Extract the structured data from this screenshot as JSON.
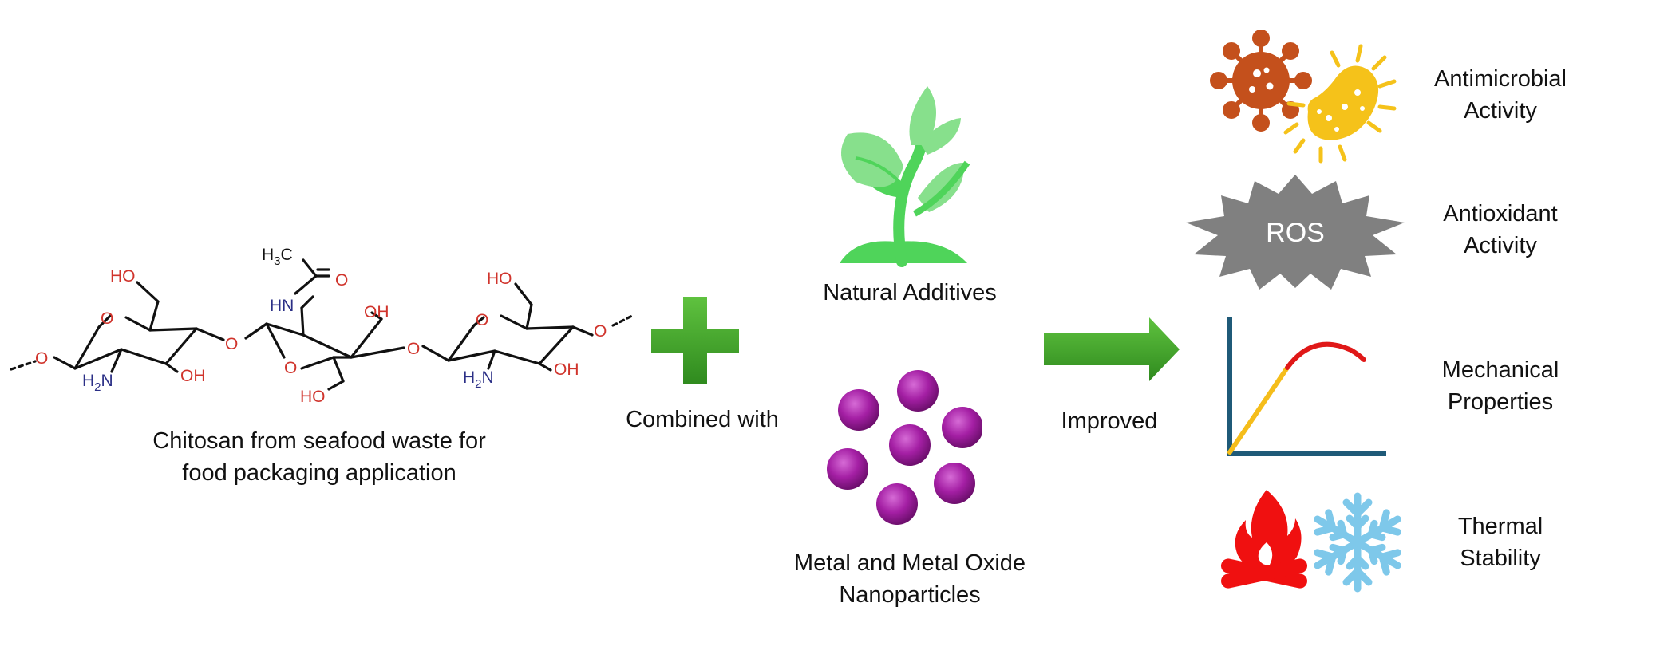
{
  "chitosan": {
    "caption_line1": "Chitosan from seafood waste for",
    "caption_line2": "food packaging application",
    "atoms": {
      "ho": "HO",
      "oh": "OH",
      "o": "O",
      "hn": "HN",
      "nh2": "H",
      "nh2_sub": "2",
      "nh2_tail": "N",
      "h3c": "H",
      "h3c_sub": "3",
      "h3c_tail": "C"
    }
  },
  "combined_label": "Combined with",
  "natural_additives_label": "Natural Additives",
  "nanoparticles_label_line1": "Metal and Metal Oxide",
  "nanoparticles_label_line2": "Nanoparticles",
  "improved_label": "Improved",
  "properties": [
    {
      "line1": "Antimicrobial",
      "line2": "Activity",
      "icon": "virus-bacteria-icon"
    },
    {
      "line1": "Antioxidant",
      "line2": "Activity",
      "icon": "ros-burst-icon",
      "badge": "ROS"
    },
    {
      "line1": "Mechanical",
      "line2": "Properties",
      "icon": "stress-strain-graph-icon"
    },
    {
      "line1": "Thermal",
      "line2": "Stability",
      "icon": "fire-snowflake-icon"
    }
  ],
  "colors": {
    "plus_green": "#3fa32a",
    "arrow_green": "#3fa32a",
    "plant_green": "#4fd45a",
    "nanoparticle_purple": "#9b1e9b",
    "virus_orange": "#c4501c",
    "bacteria_yellow": "#f5c21a",
    "ros_gray": "#808080",
    "axis_blue": "#1f5a78",
    "curve_yellow": "#f5bd1a",
    "curve_red": "#e01818",
    "fire_red": "#f01010",
    "snow_blue": "#7ec8ea",
    "oxygen_red": "#d0342c",
    "nitrogen_blue": "#2b2f86"
  }
}
